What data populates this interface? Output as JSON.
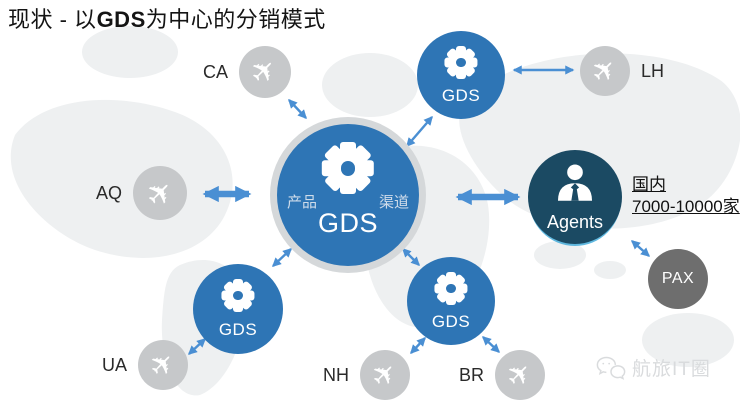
{
  "title": {
    "prefix": "现状 - 以",
    "emphasis": "GDS",
    "suffix": "为中心的分销模式"
  },
  "central_hub": {
    "label": "GDS",
    "product_label": "产品",
    "channel_label": "渠道"
  },
  "satellites": {
    "top": {
      "label": "GDS"
    },
    "bottom_left": {
      "label": "GDS"
    },
    "bottom_center": {
      "label": "GDS"
    }
  },
  "airlines": {
    "ca": {
      "code": "CA"
    },
    "lh": {
      "code": "LH"
    },
    "aq": {
      "code": "AQ"
    },
    "ua": {
      "code": "UA"
    },
    "nh": {
      "code": "NH"
    },
    "br": {
      "code": "BR"
    }
  },
  "agents": {
    "label": "Agents",
    "note_line1": "国内",
    "note_line2": "7000-10000家"
  },
  "pax": {
    "label": "PAX"
  },
  "watermark": {
    "text": "航旅IT圈"
  },
  "icons": {
    "gear": "gear-icon",
    "airplane": "airplane-icon",
    "person": "person-icon",
    "wechat": "wechat-icon"
  },
  "colors": {
    "gds_blue": "#2e75b5",
    "hub_ring_gray": "#d5d8da",
    "agents_navy": "#1b4a63",
    "agents_highlight": "#3aa8d8",
    "pax_gray": "#6e6e6e",
    "airline_gray": "#c6c8ca",
    "arrow_blue": "#4a8fd3",
    "map_gray": "#eef0f1"
  }
}
